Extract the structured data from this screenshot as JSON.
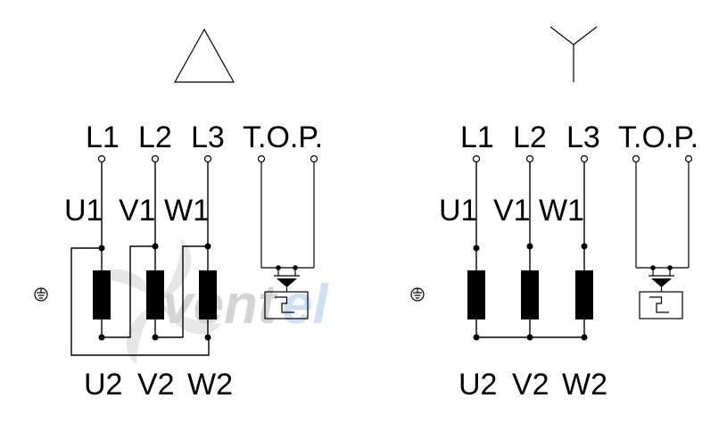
{
  "watermark": {
    "text_part1": "vent",
    "text_part2": "el",
    "color_gray": "#d4d4d4",
    "color_blue": "#cfe0f4"
  },
  "delta_diagram": {
    "symbol": "delta-symbol",
    "line_labels": [
      "L1",
      "L2",
      "L3"
    ],
    "top_label": "T.O.P.",
    "winding_start_labels": [
      "U1",
      "V1",
      "W1"
    ],
    "winding_end_labels": [
      "U2",
      "V2",
      "W2"
    ],
    "ground_symbol": "ground-icon"
  },
  "star_diagram": {
    "symbol": "star-symbol",
    "line_labels": [
      "L1",
      "L2",
      "L3"
    ],
    "top_label": "T.O.P.",
    "winding_start_labels": [
      "U1",
      "V1",
      "W1"
    ],
    "winding_end_labels": [
      "U2",
      "V2",
      "W2"
    ],
    "ground_symbol": "ground-icon"
  }
}
